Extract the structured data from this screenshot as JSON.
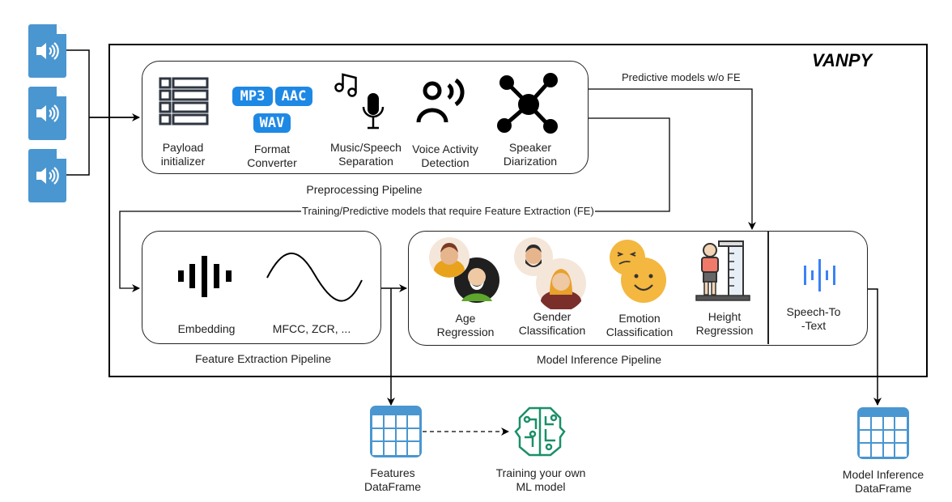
{
  "system": {
    "title": "VANPY"
  },
  "inputs": {
    "count": 3,
    "icon": "audio-file-icon",
    "color": "#4a96d0"
  },
  "preprocessing": {
    "caption": "Preprocessing Pipeline",
    "components": [
      {
        "label_line1": "Payload",
        "label_line2": "initializer",
        "icon": "list-icon"
      },
      {
        "label_line1": "Format",
        "label_line2": "Converter",
        "icon": "format-badges-icon",
        "badges": [
          "MP3",
          "AAC",
          "WAV"
        ]
      },
      {
        "label_line1": "Music/Speech",
        "label_line2": "Separation",
        "icon": "music-mic-icon"
      },
      {
        "label_line1": "Voice Activity",
        "label_line2": "Detection",
        "icon": "voice-person-icon"
      },
      {
        "label_line1": "Speaker",
        "label_line2": "Diarization",
        "icon": "network-icon"
      }
    ]
  },
  "edges": {
    "without_fe": "Predictive models w/o FE",
    "with_fe": "Training/Predictive models that require Feature Extraction (FE)"
  },
  "feature_extraction": {
    "caption": "Feature Extraction Pipeline",
    "components": [
      {
        "label": "Embedding",
        "icon": "waveform-bars-icon"
      },
      {
        "label": "MFCC, ZCR, ...",
        "icon": "sine-wave-icon"
      }
    ]
  },
  "model_inference": {
    "caption": "Model Inference Pipeline",
    "components": [
      {
        "label_line1": "Age",
        "label_line2": "Regression",
        "icon": "age-faces-icon"
      },
      {
        "label_line1": "Gender",
        "label_line2": "Classification",
        "icon": "gender-faces-icon"
      },
      {
        "label_line1": "Emotion",
        "label_line2": "Classification",
        "icon": "emotion-faces-icon"
      },
      {
        "label_line1": "Height",
        "label_line2": "Regression",
        "icon": "height-measure-icon"
      }
    ],
    "stt": {
      "label_line1": "Speech-To",
      "label_line2": "-Text",
      "icon": "speech-wave-icon"
    }
  },
  "outputs": {
    "features_df": {
      "label_line1": "Features",
      "label_line2": "DataFrame"
    },
    "training": {
      "label_line1": "Training your own",
      "label_line2": "ML model"
    },
    "inference_df": {
      "label_line1": "Model Inference",
      "label_line2": "DataFrame"
    }
  },
  "colors": {
    "badge": "#1e88e5",
    "file": "#4a96d0",
    "table": "#4a96d0",
    "brain": "#1a8f6a",
    "stt": "#3b82f6"
  }
}
